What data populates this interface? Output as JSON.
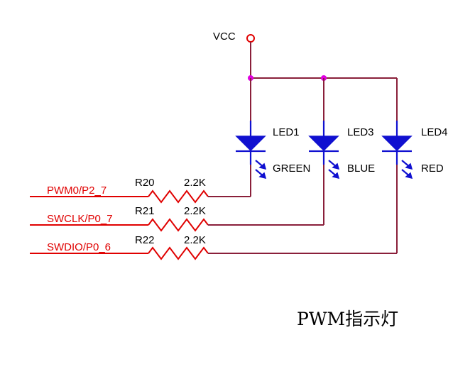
{
  "power": {
    "label": "VCC"
  },
  "leds": [
    {
      "ref": "LED1",
      "color_label": "GREEN"
    },
    {
      "ref": "LED3",
      "color_label": "BLUE"
    },
    {
      "ref": "LED4",
      "color_label": "RED"
    }
  ],
  "resistors": [
    {
      "ref": "R20",
      "value": "2.2K",
      "net": "PWM0/P2_7"
    },
    {
      "ref": "R21",
      "value": "2.2K",
      "net": "SWCLK/P0_7"
    },
    {
      "ref": "R22",
      "value": "2.2K",
      "net": "SWDIO/P0_6"
    }
  ],
  "caption": "PWM指示灯",
  "colors": {
    "wire": "#8a1f3a",
    "net_label": "#e00000",
    "led_symbol": "#1010d0",
    "junction": "#e000e0"
  }
}
